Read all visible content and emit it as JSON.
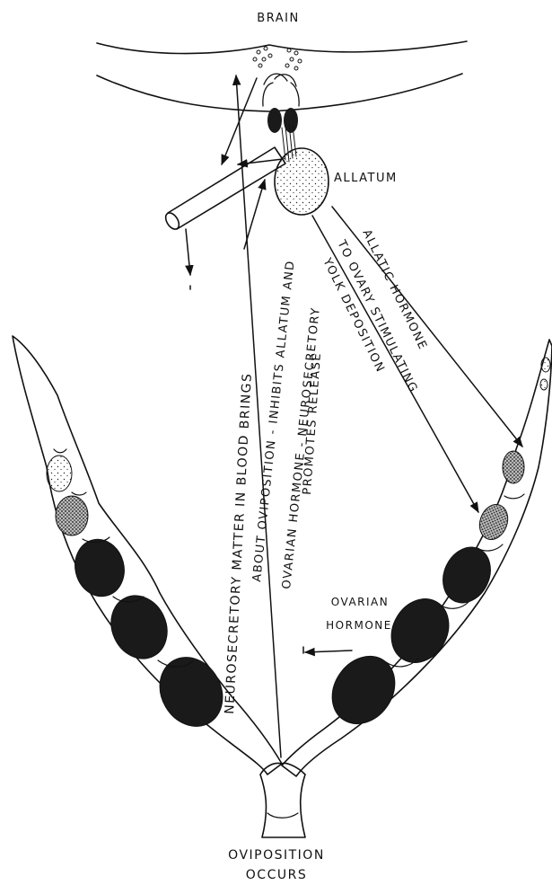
{
  "labels": {
    "brain": "BRAIN",
    "allatum": "ALLATUM",
    "allatic_hormone": "ALLATIC HORMONE",
    "to_ovary": "TO OVARY STIMULATING",
    "yolk": "YOLK DEPOSITION",
    "neurosecretory": "NEUROSECRETORY MATTER IN BLOOD BRINGS",
    "about_oviposition": "ABOUT OVIPOSITION - INHIBITS ALLATUM AND",
    "ovarian_neuro": "OVARIAN HORMONE - NEUROSECRETORY",
    "promotes": "PROMOTES RELEASE",
    "ovarian_hormone_1": "OVARIAN",
    "ovarian_hormone_2": "HORMONE",
    "oviposition_1": "OVIPOSITION",
    "oviposition_2": "OCCURS"
  },
  "colors": {
    "ink": "#111111",
    "egg_dark": "#1a1a1a",
    "paper": "#ffffff"
  }
}
